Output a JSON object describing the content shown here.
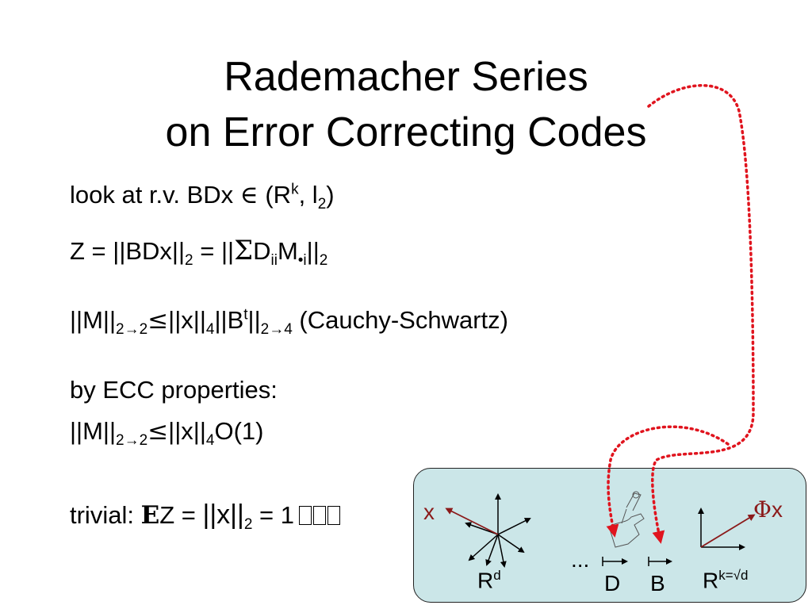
{
  "title": {
    "line1": "Rademacher Series",
    "line2": "on Error Correcting Codes"
  },
  "lines": {
    "l1": {
      "text": "look at r.v. BDx ",
      "elem": "∈",
      "paren_open": " (R",
      "sup_k": "k",
      "comma": ", l",
      "sub_2": "2",
      "paren_close": ")"
    },
    "l2": {
      "pre": "Z = ||BDx||",
      "sub_2a": "2",
      "mid": " = ||",
      "sigma": "Σ",
      "D": "D",
      "sub_ii": "ii",
      "M": "M",
      "sub_dot_i": "•i",
      "bars": "||",
      "sub_2b": "2"
    },
    "l3": {
      "pre": "||M||",
      "sub_a": "2→2",
      "leq": "≤",
      "x": "||x||",
      "sub_4": "4",
      "B": "||B",
      "sup_t": "t",
      "bars": "||",
      "sub_b": "2→4",
      "post": " (Cauchy-Schwartz)"
    },
    "l4": {
      "text": "by ECC properties:"
    },
    "l5": {
      "pre": "||M||",
      "sub_a": "2→2",
      "leq": "≤",
      "x": "||x||",
      "sub_4": "4",
      "post": "O(1)"
    },
    "l6": {
      "pre": "trivial: ",
      "E": "E",
      "mid": "Z = ",
      "norm": "||x||",
      "sub_2": "2",
      "post": " = 1"
    }
  },
  "panel": {
    "x_label": "x",
    "rd_label": "R",
    "rd_sup": "d",
    "dots": "...",
    "d_label": "D",
    "b_label": "B",
    "rk_label": "R",
    "rk_sup": "k=√d",
    "phi_label": "Φ",
    "phi_x": "x"
  },
  "colors": {
    "panel_bg": "#cbe6e8",
    "dotted_arrow": "#e0141e",
    "vector": "#8b1a1a"
  }
}
